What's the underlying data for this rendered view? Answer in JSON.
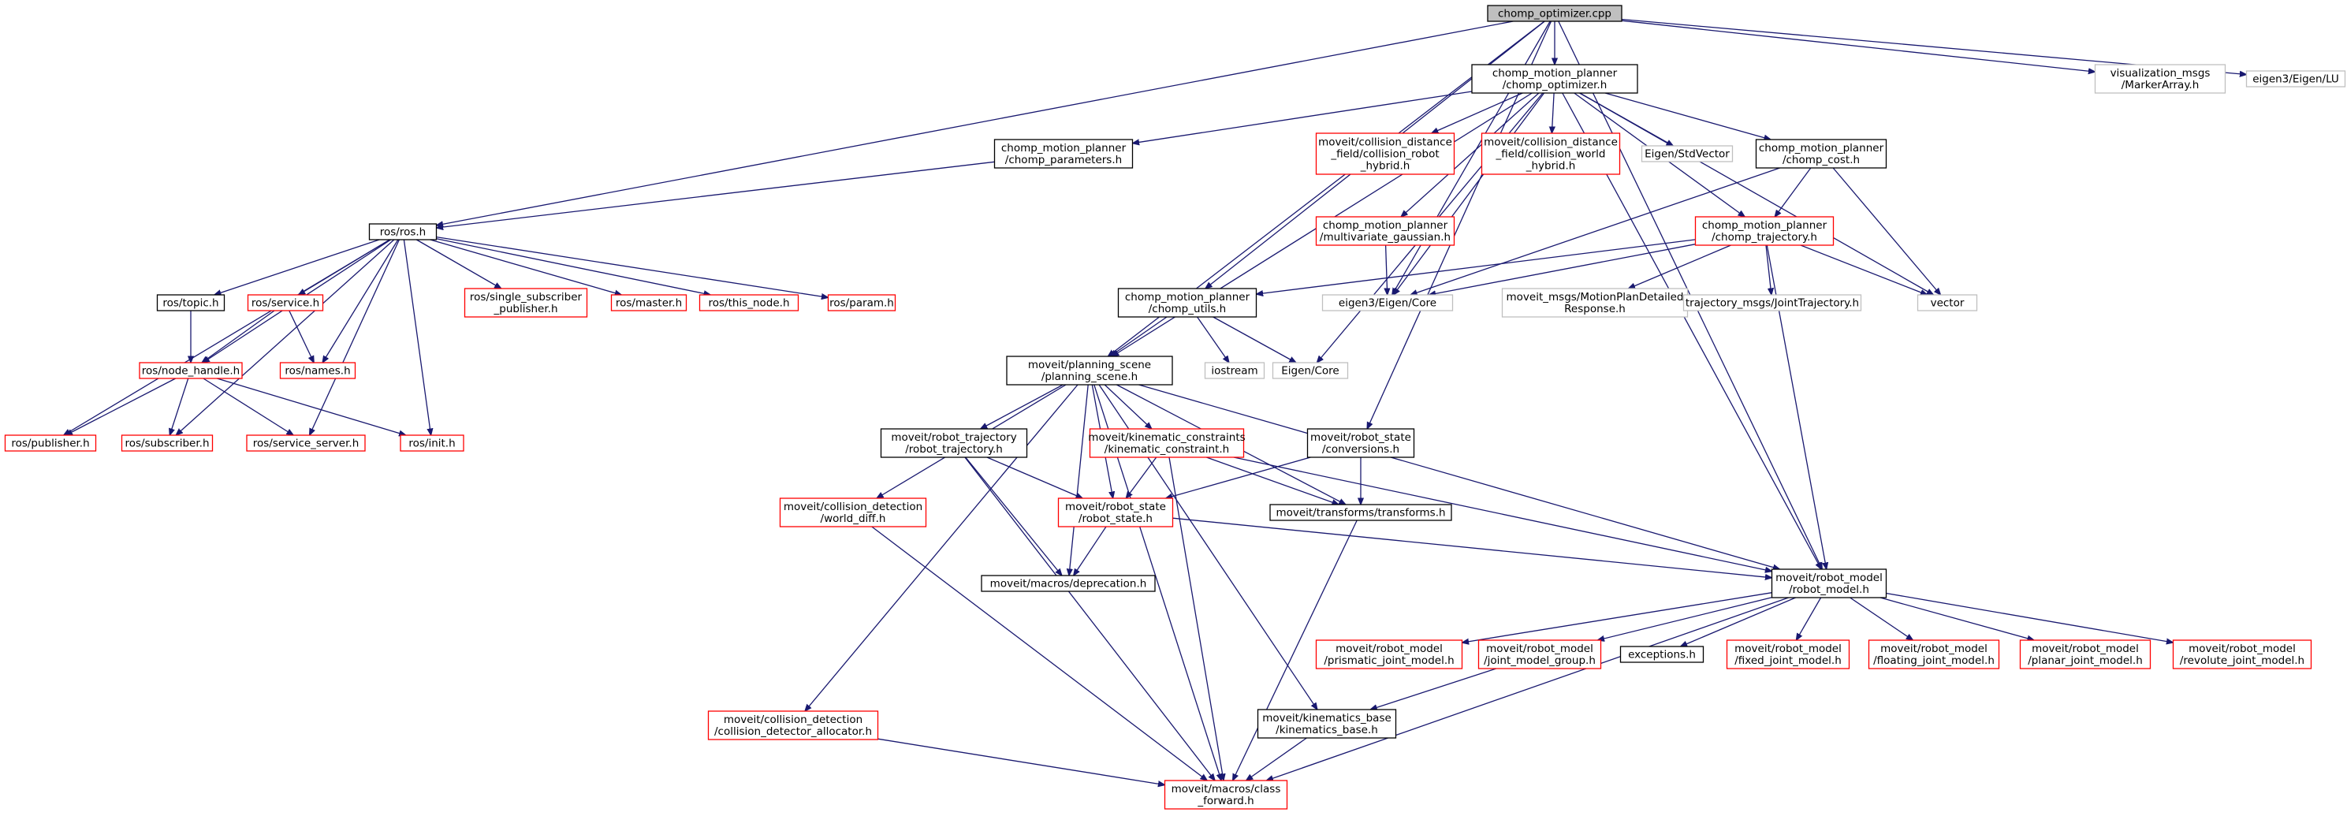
{
  "colors": {
    "edge": "#191970",
    "border_black": "#000000",
    "border_red": "#ff0000",
    "border_gray": "#bfbfbf",
    "root_fill": "#bfbfbf",
    "background": "#ffffff"
  },
  "nodes": [
    {
      "id": "n0",
      "style": "root",
      "lines": [
        "chomp_optimizer.cpp"
      ]
    },
    {
      "id": "n1",
      "style": "black",
      "lines": [
        "chomp_motion_planner",
        "/chomp_optimizer.h"
      ]
    },
    {
      "id": "n2",
      "style": "gray",
      "lines": [
        "visualization_msgs",
        "/MarkerArray.h"
      ]
    },
    {
      "id": "n3",
      "style": "gray",
      "lines": [
        "eigen3/Eigen/LU"
      ]
    },
    {
      "id": "n4",
      "style": "black",
      "lines": [
        "chomp_motion_planner",
        "/chomp_parameters.h"
      ]
    },
    {
      "id": "n5",
      "style": "red",
      "lines": [
        "moveit/collision_distance",
        "_field/collision_robot",
        "_hybrid.h"
      ]
    },
    {
      "id": "n6",
      "style": "red",
      "lines": [
        "moveit/collision_distance",
        "_field/collision_world",
        "_hybrid.h"
      ]
    },
    {
      "id": "n7",
      "style": "gray",
      "lines": [
        "Eigen/StdVector"
      ]
    },
    {
      "id": "n8",
      "style": "black",
      "lines": [
        "chomp_motion_planner",
        "/chomp_cost.h"
      ]
    },
    {
      "id": "n9",
      "style": "black",
      "lines": [
        "ros/ros.h"
      ]
    },
    {
      "id": "n10",
      "style": "red",
      "lines": [
        "chomp_motion_planner",
        "/multivariate_gaussian.h"
      ]
    },
    {
      "id": "n11",
      "style": "red",
      "lines": [
        "chomp_motion_planner",
        "/chomp_trajectory.h"
      ]
    },
    {
      "id": "n12",
      "style": "black",
      "lines": [
        "ros/topic.h"
      ]
    },
    {
      "id": "n13",
      "style": "red",
      "lines": [
        "ros/service.h"
      ]
    },
    {
      "id": "n14",
      "style": "red",
      "lines": [
        "ros/single_subscriber",
        "_publisher.h"
      ]
    },
    {
      "id": "n15",
      "style": "red",
      "lines": [
        "ros/master.h"
      ]
    },
    {
      "id": "n16",
      "style": "red",
      "lines": [
        "ros/this_node.h"
      ]
    },
    {
      "id": "n17",
      "style": "red",
      "lines": [
        "ros/param.h"
      ]
    },
    {
      "id": "n18",
      "style": "black",
      "lines": [
        "chomp_motion_planner",
        "/chomp_utils.h"
      ]
    },
    {
      "id": "n19",
      "style": "gray",
      "lines": [
        "eigen3/Eigen/Core"
      ]
    },
    {
      "id": "n20",
      "style": "gray",
      "lines": [
        "moveit_msgs/MotionPlanDetailed",
        "Response.h"
      ]
    },
    {
      "id": "n21",
      "style": "gray",
      "lines": [
        "trajectory_msgs/JointTrajectory.h"
      ]
    },
    {
      "id": "n22",
      "style": "gray",
      "lines": [
        "vector"
      ]
    },
    {
      "id": "n23",
      "style": "red",
      "lines": [
        "ros/node_handle.h"
      ]
    },
    {
      "id": "n24",
      "style": "red",
      "lines": [
        "ros/names.h"
      ]
    },
    {
      "id": "n25",
      "style": "black",
      "lines": [
        "moveit/planning_scene",
        "/planning_scene.h"
      ]
    },
    {
      "id": "n26",
      "style": "gray",
      "lines": [
        "iostream"
      ]
    },
    {
      "id": "n27",
      "style": "gray",
      "lines": [
        "Eigen/Core"
      ]
    },
    {
      "id": "n28",
      "style": "red",
      "lines": [
        "ros/publisher.h"
      ]
    },
    {
      "id": "n29",
      "style": "red",
      "lines": [
        "ros/subscriber.h"
      ]
    },
    {
      "id": "n30",
      "style": "red",
      "lines": [
        "ros/service_server.h"
      ]
    },
    {
      "id": "n31",
      "style": "red",
      "lines": [
        "ros/init.h"
      ]
    },
    {
      "id": "n32",
      "style": "black",
      "lines": [
        "moveit/robot_trajectory",
        "/robot_trajectory.h"
      ]
    },
    {
      "id": "n33",
      "style": "red",
      "lines": [
        "moveit/kinematic_constraints",
        "/kinematic_constraint.h"
      ]
    },
    {
      "id": "n34",
      "style": "black",
      "lines": [
        "moveit/robot_state",
        "/conversions.h"
      ]
    },
    {
      "id": "n35",
      "style": "red",
      "lines": [
        "moveit/collision_detection",
        "/world_diff.h"
      ]
    },
    {
      "id": "n36",
      "style": "red",
      "lines": [
        "moveit/robot_state",
        "/robot_state.h"
      ]
    },
    {
      "id": "n37",
      "style": "black",
      "lines": [
        "moveit/transforms/transforms.h"
      ]
    },
    {
      "id": "n38",
      "style": "black",
      "lines": [
        "moveit/macros/deprecation.h"
      ]
    },
    {
      "id": "n39",
      "style": "black",
      "lines": [
        "moveit/robot_model",
        "/robot_model.h"
      ]
    },
    {
      "id": "n40",
      "style": "red",
      "lines": [
        "moveit/robot_model",
        "/prismatic_joint_model.h"
      ]
    },
    {
      "id": "n41",
      "style": "red",
      "lines": [
        "moveit/robot_model",
        "/joint_model_group.h"
      ]
    },
    {
      "id": "n42",
      "style": "black",
      "lines": [
        "exceptions.h"
      ]
    },
    {
      "id": "n43",
      "style": "red",
      "lines": [
        "moveit/robot_model",
        "/fixed_joint_model.h"
      ]
    },
    {
      "id": "n44",
      "style": "red",
      "lines": [
        "moveit/robot_model",
        "/floating_joint_model.h"
      ]
    },
    {
      "id": "n45",
      "style": "red",
      "lines": [
        "moveit/robot_model",
        "/planar_joint_model.h"
      ]
    },
    {
      "id": "n46",
      "style": "red",
      "lines": [
        "moveit/robot_model",
        "/revolute_joint_model.h"
      ]
    },
    {
      "id": "n47",
      "style": "red",
      "lines": [
        "moveit/collision_detection",
        "/collision_detector_allocator.h"
      ]
    },
    {
      "id": "n48",
      "style": "black",
      "lines": [
        "moveit/kinematics_base",
        "/kinematics_base.h"
      ]
    },
    {
      "id": "n49",
      "style": "red",
      "lines": [
        "moveit/macros/class",
        "_forward.h"
      ]
    }
  ],
  "edges": [
    [
      "n0",
      "n1"
    ],
    [
      "n0",
      "n2"
    ],
    [
      "n0",
      "n3"
    ],
    [
      "n0",
      "n9"
    ],
    [
      "n0",
      "n18"
    ],
    [
      "n0",
      "n19"
    ],
    [
      "n0",
      "n25"
    ],
    [
      "n0",
      "n34"
    ],
    [
      "n0",
      "n39"
    ],
    [
      "n1",
      "n4"
    ],
    [
      "n1",
      "n5"
    ],
    [
      "n1",
      "n6"
    ],
    [
      "n1",
      "n7"
    ],
    [
      "n1",
      "n8"
    ],
    [
      "n1",
      "n10"
    ],
    [
      "n1",
      "n11"
    ],
    [
      "n1",
      "n19"
    ],
    [
      "n1",
      "n22"
    ],
    [
      "n1",
      "n25"
    ],
    [
      "n1",
      "n27"
    ],
    [
      "n1",
      "n39"
    ],
    [
      "n4",
      "n9"
    ],
    [
      "n8",
      "n11"
    ],
    [
      "n8",
      "n19"
    ],
    [
      "n8",
      "n22"
    ],
    [
      "n10",
      "n19"
    ],
    [
      "n11",
      "n18"
    ],
    [
      "n11",
      "n19"
    ],
    [
      "n11",
      "n20"
    ],
    [
      "n11",
      "n21"
    ],
    [
      "n11",
      "n22"
    ],
    [
      "n11",
      "n39"
    ],
    [
      "n9",
      "n12"
    ],
    [
      "n9",
      "n13"
    ],
    [
      "n9",
      "n14"
    ],
    [
      "n9",
      "n15"
    ],
    [
      "n9",
      "n16"
    ],
    [
      "n9",
      "n17"
    ],
    [
      "n9",
      "n23"
    ],
    [
      "n9",
      "n24"
    ],
    [
      "n9",
      "n28"
    ],
    [
      "n9",
      "n29"
    ],
    [
      "n9",
      "n30"
    ],
    [
      "n9",
      "n31"
    ],
    [
      "n12",
      "n23"
    ],
    [
      "n13",
      "n23"
    ],
    [
      "n13",
      "n24"
    ],
    [
      "n23",
      "n28"
    ],
    [
      "n23",
      "n29"
    ],
    [
      "n23",
      "n30"
    ],
    [
      "n23",
      "n31"
    ],
    [
      "n18",
      "n25"
    ],
    [
      "n18",
      "n26"
    ],
    [
      "n18",
      "n27"
    ],
    [
      "n25",
      "n32"
    ],
    [
      "n25",
      "n33"
    ],
    [
      "n25",
      "n35"
    ],
    [
      "n25",
      "n36"
    ],
    [
      "n25",
      "n37"
    ],
    [
      "n25",
      "n38"
    ],
    [
      "n25",
      "n39"
    ],
    [
      "n25",
      "n47"
    ],
    [
      "n25",
      "n48"
    ],
    [
      "n25",
      "n49"
    ],
    [
      "n32",
      "n36"
    ],
    [
      "n32",
      "n38"
    ],
    [
      "n32",
      "n49"
    ],
    [
      "n33",
      "n36"
    ],
    [
      "n33",
      "n37"
    ],
    [
      "n33",
      "n39"
    ],
    [
      "n33",
      "n49"
    ],
    [
      "n34",
      "n36"
    ],
    [
      "n34",
      "n37"
    ],
    [
      "n35",
      "n49"
    ],
    [
      "n36",
      "n38"
    ],
    [
      "n36",
      "n39"
    ],
    [
      "n37",
      "n49"
    ],
    [
      "n39",
      "n40"
    ],
    [
      "n39",
      "n41"
    ],
    [
      "n39",
      "n42"
    ],
    [
      "n39",
      "n43"
    ],
    [
      "n39",
      "n44"
    ],
    [
      "n39",
      "n45"
    ],
    [
      "n39",
      "n46"
    ],
    [
      "n39",
      "n49"
    ],
    [
      "n41",
      "n48"
    ],
    [
      "n47",
      "n49"
    ],
    [
      "n48",
      "n49"
    ]
  ]
}
